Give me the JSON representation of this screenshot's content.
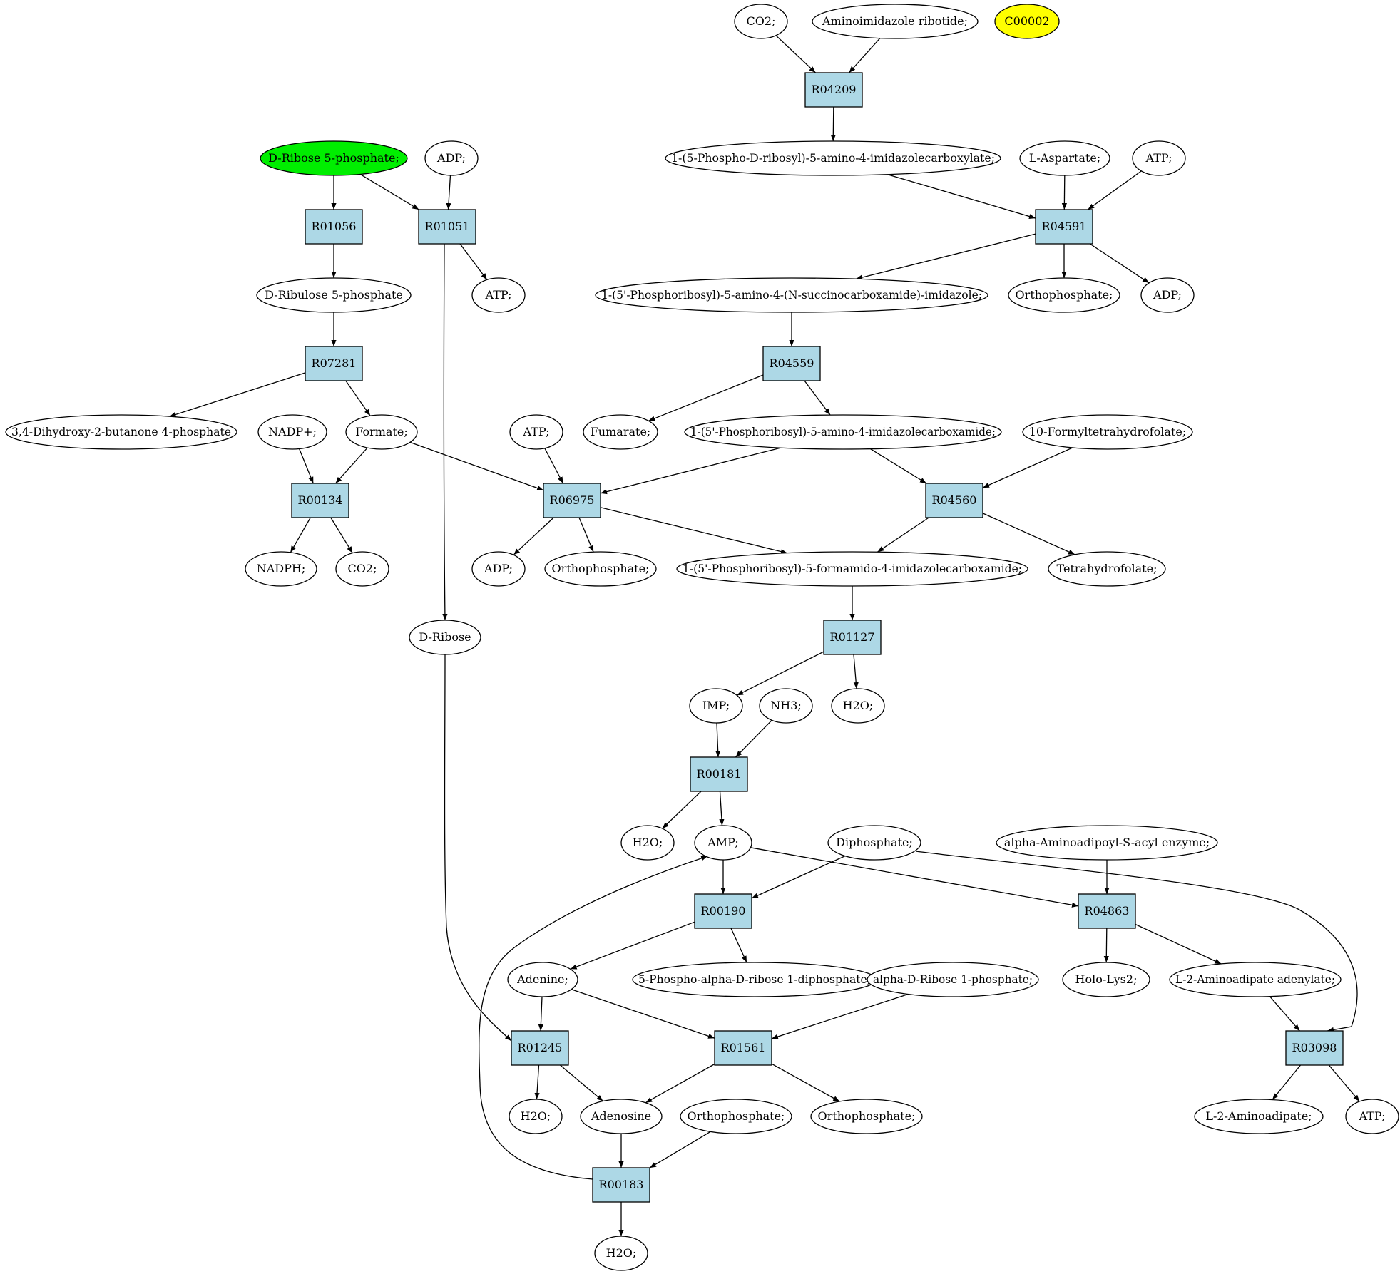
{
  "colors": {
    "reaction_fill": "#add8e6",
    "metabolite_fill": "#ffffff",
    "start_fill": "#00ee00",
    "highlight_fill": "#ffff00"
  },
  "metabolites": [
    {
      "id": "co2_top",
      "label": "CO2;",
      "style": "plain"
    },
    {
      "id": "air",
      "label": "Aminoimidazole ribotide;",
      "style": "plain"
    },
    {
      "id": "c00002",
      "label": "C00002",
      "style": "highlight"
    },
    {
      "id": "r5p",
      "label": "D-Ribose 5-phosphate;",
      "style": "start"
    },
    {
      "id": "adp_a",
      "label": "ADP;",
      "style": "plain"
    },
    {
      "id": "caiv",
      "label": "1-(5-Phospho-D-ribosyl)-5-amino-4-imidazolecarboxylate;",
      "style": "plain"
    },
    {
      "id": "asp",
      "label": "L-Aspartate;",
      "style": "plain"
    },
    {
      "id": "atp_a",
      "label": "ATP;",
      "style": "plain"
    },
    {
      "id": "ribulose",
      "label": "D-Ribulose 5-phosphate",
      "style": "plain"
    },
    {
      "id": "atp_b",
      "label": "ATP;",
      "style": "plain"
    },
    {
      "id": "saicar",
      "label": "1-(5'-Phosphoribosyl)-5-amino-4-(N-succinocarboxamide)-imidazole;",
      "style": "plain"
    },
    {
      "id": "orthop_a",
      "label": "Orthophosphate;",
      "style": "plain"
    },
    {
      "id": "adp_b",
      "label": "ADP;",
      "style": "plain"
    },
    {
      "id": "dhbp",
      "label": "3,4-Dihydroxy-2-butanone 4-phosphate",
      "style": "plain"
    },
    {
      "id": "nadp",
      "label": "NADP+;",
      "style": "plain"
    },
    {
      "id": "formate",
      "label": "Formate;",
      "style": "plain"
    },
    {
      "id": "atp_c",
      "label": "ATP;",
      "style": "plain"
    },
    {
      "id": "fumarate",
      "label": "Fumarate;",
      "style": "plain"
    },
    {
      "id": "aicar",
      "label": "1-(5'-Phosphoribosyl)-5-amino-4-imidazolecarboxamide;",
      "style": "plain"
    },
    {
      "id": "fthf",
      "label": "10-Formyltetrahydrofolate;",
      "style": "plain"
    },
    {
      "id": "nadph",
      "label": "NADPH;",
      "style": "plain"
    },
    {
      "id": "co2_b",
      "label": "CO2;",
      "style": "plain"
    },
    {
      "id": "adp_c",
      "label": "ADP;",
      "style": "plain"
    },
    {
      "id": "orthop_b",
      "label": "Orthophosphate;",
      "style": "plain"
    },
    {
      "id": "faicar",
      "label": "1-(5'-Phosphoribosyl)-5-formamido-4-imidazolecarboxamide;",
      "style": "plain"
    },
    {
      "id": "thf",
      "label": "Tetrahydrofolate;",
      "style": "plain"
    },
    {
      "id": "ribose",
      "label": "D-Ribose",
      "style": "plain"
    },
    {
      "id": "imp",
      "label": "IMP;",
      "style": "plain"
    },
    {
      "id": "nh3",
      "label": "NH3;",
      "style": "plain"
    },
    {
      "id": "h2o_a",
      "label": "H2O;",
      "style": "plain"
    },
    {
      "id": "h2o_b",
      "label": "H2O;",
      "style": "plain"
    },
    {
      "id": "amp",
      "label": "AMP;",
      "style": "plain"
    },
    {
      "id": "diphosphate",
      "label": "Diphosphate;",
      "style": "plain"
    },
    {
      "id": "aaacyl",
      "label": "alpha-Aminoadipoyl-S-acyl enzyme;",
      "style": "plain"
    },
    {
      "id": "adenine",
      "label": "Adenine;",
      "style": "plain"
    },
    {
      "id": "prpp",
      "label": "5-Phospho-alpha-D-ribose 1-diphosphate;",
      "style": "plain"
    },
    {
      "id": "r1p",
      "label": "alpha-D-Ribose 1-phosphate;",
      "style": "plain"
    },
    {
      "id": "hololys2",
      "label": "Holo-Lys2;",
      "style": "plain"
    },
    {
      "id": "l2aa_adenylate",
      "label": "L-2-Aminoadipate adenylate;",
      "style": "plain"
    },
    {
      "id": "h2o_c",
      "label": "H2O;",
      "style": "plain"
    },
    {
      "id": "adenosine",
      "label": "Adenosine",
      "style": "plain"
    },
    {
      "id": "orthop_c",
      "label": "Orthophosphate;",
      "style": "plain"
    },
    {
      "id": "orthop_d",
      "label": "Orthophosphate;",
      "style": "plain"
    },
    {
      "id": "l2aa",
      "label": "L-2-Aminoadipate;",
      "style": "plain"
    },
    {
      "id": "atp_d",
      "label": "ATP;",
      "style": "plain"
    },
    {
      "id": "h2o_d",
      "label": "H2O;",
      "style": "plain"
    }
  ],
  "reactions": [
    {
      "id": "R04209",
      "label": "R04209"
    },
    {
      "id": "R01056",
      "label": "R01056"
    },
    {
      "id": "R01051",
      "label": "R01051"
    },
    {
      "id": "R04591",
      "label": "R04591"
    },
    {
      "id": "R07281",
      "label": "R07281"
    },
    {
      "id": "R04559",
      "label": "R04559"
    },
    {
      "id": "R00134",
      "label": "R00134"
    },
    {
      "id": "R06975",
      "label": "R06975"
    },
    {
      "id": "R04560",
      "label": "R04560"
    },
    {
      "id": "R01127",
      "label": "R01127"
    },
    {
      "id": "R00181",
      "label": "R00181"
    },
    {
      "id": "R00190",
      "label": "R00190"
    },
    {
      "id": "R04863",
      "label": "R04863"
    },
    {
      "id": "R01245",
      "label": "R01245"
    },
    {
      "id": "R01561",
      "label": "R01561"
    },
    {
      "id": "R03098",
      "label": "R03098"
    },
    {
      "id": "R00183",
      "label": "R00183"
    }
  ],
  "edges": [
    [
      "co2_top",
      "R04209"
    ],
    [
      "air",
      "R04209"
    ],
    [
      "R04209",
      "caiv"
    ],
    [
      "r5p",
      "R01056"
    ],
    [
      "r5p",
      "R01051"
    ],
    [
      "adp_a",
      "R01051"
    ],
    [
      "R01056",
      "ribulose"
    ],
    [
      "R01051",
      "atp_b"
    ],
    [
      "R01051",
      "ribose"
    ],
    [
      "caiv",
      "R04591"
    ],
    [
      "asp",
      "R04591"
    ],
    [
      "atp_a",
      "R04591"
    ],
    [
      "R04591",
      "saicar"
    ],
    [
      "R04591",
      "orthop_a"
    ],
    [
      "R04591",
      "adp_b"
    ],
    [
      "ribulose",
      "R07281"
    ],
    [
      "R07281",
      "dhbp"
    ],
    [
      "R07281",
      "formate"
    ],
    [
      "saicar",
      "R04559"
    ],
    [
      "R04559",
      "fumarate"
    ],
    [
      "R04559",
      "aicar"
    ],
    [
      "nadp",
      "R00134"
    ],
    [
      "formate",
      "R00134"
    ],
    [
      "R00134",
      "nadph"
    ],
    [
      "R00134",
      "co2_b"
    ],
    [
      "formate",
      "R06975"
    ],
    [
      "atp_c",
      "R06975"
    ],
    [
      "aicar",
      "R06975"
    ],
    [
      "R06975",
      "adp_c"
    ],
    [
      "R06975",
      "orthop_b"
    ],
    [
      "R06975",
      "faicar"
    ],
    [
      "aicar",
      "R04560"
    ],
    [
      "fthf",
      "R04560"
    ],
    [
      "R04560",
      "faicar"
    ],
    [
      "R04560",
      "thf"
    ],
    [
      "faicar",
      "R01127"
    ],
    [
      "R01127",
      "imp"
    ],
    [
      "R01127",
      "h2o_b"
    ],
    [
      "imp",
      "R00181"
    ],
    [
      "nh3",
      "R00181"
    ],
    [
      "R00181",
      "h2o_a"
    ],
    [
      "R00181",
      "amp"
    ],
    [
      "amp",
      "R00190"
    ],
    [
      "diphosphate",
      "R00190"
    ],
    [
      "R00190",
      "adenine"
    ],
    [
      "R00190",
      "prpp"
    ],
    [
      "amp",
      "R04863"
    ],
    [
      "aaacyl",
      "R04863"
    ],
    [
      "R04863",
      "hololys2"
    ],
    [
      "R04863",
      "l2aa_adenylate"
    ],
    [
      "l2aa_adenylate",
      "R03098"
    ],
    [
      "diphosphate",
      "R03098"
    ],
    [
      "R03098",
      "l2aa"
    ],
    [
      "R03098",
      "atp_d"
    ],
    [
      "ribose",
      "R01245"
    ],
    [
      "adenine",
      "R01245"
    ],
    [
      "R01245",
      "h2o_c"
    ],
    [
      "R01245",
      "adenosine"
    ],
    [
      "adenine",
      "R01561"
    ],
    [
      "r1p",
      "R01561"
    ],
    [
      "R01561",
      "adenosine"
    ],
    [
      "R01561",
      "orthop_d"
    ],
    [
      "adenosine",
      "R00183"
    ],
    [
      "orthop_c",
      "R00183"
    ],
    [
      "R00183",
      "h2o_d"
    ],
    [
      "R00183",
      "amp"
    ]
  ]
}
